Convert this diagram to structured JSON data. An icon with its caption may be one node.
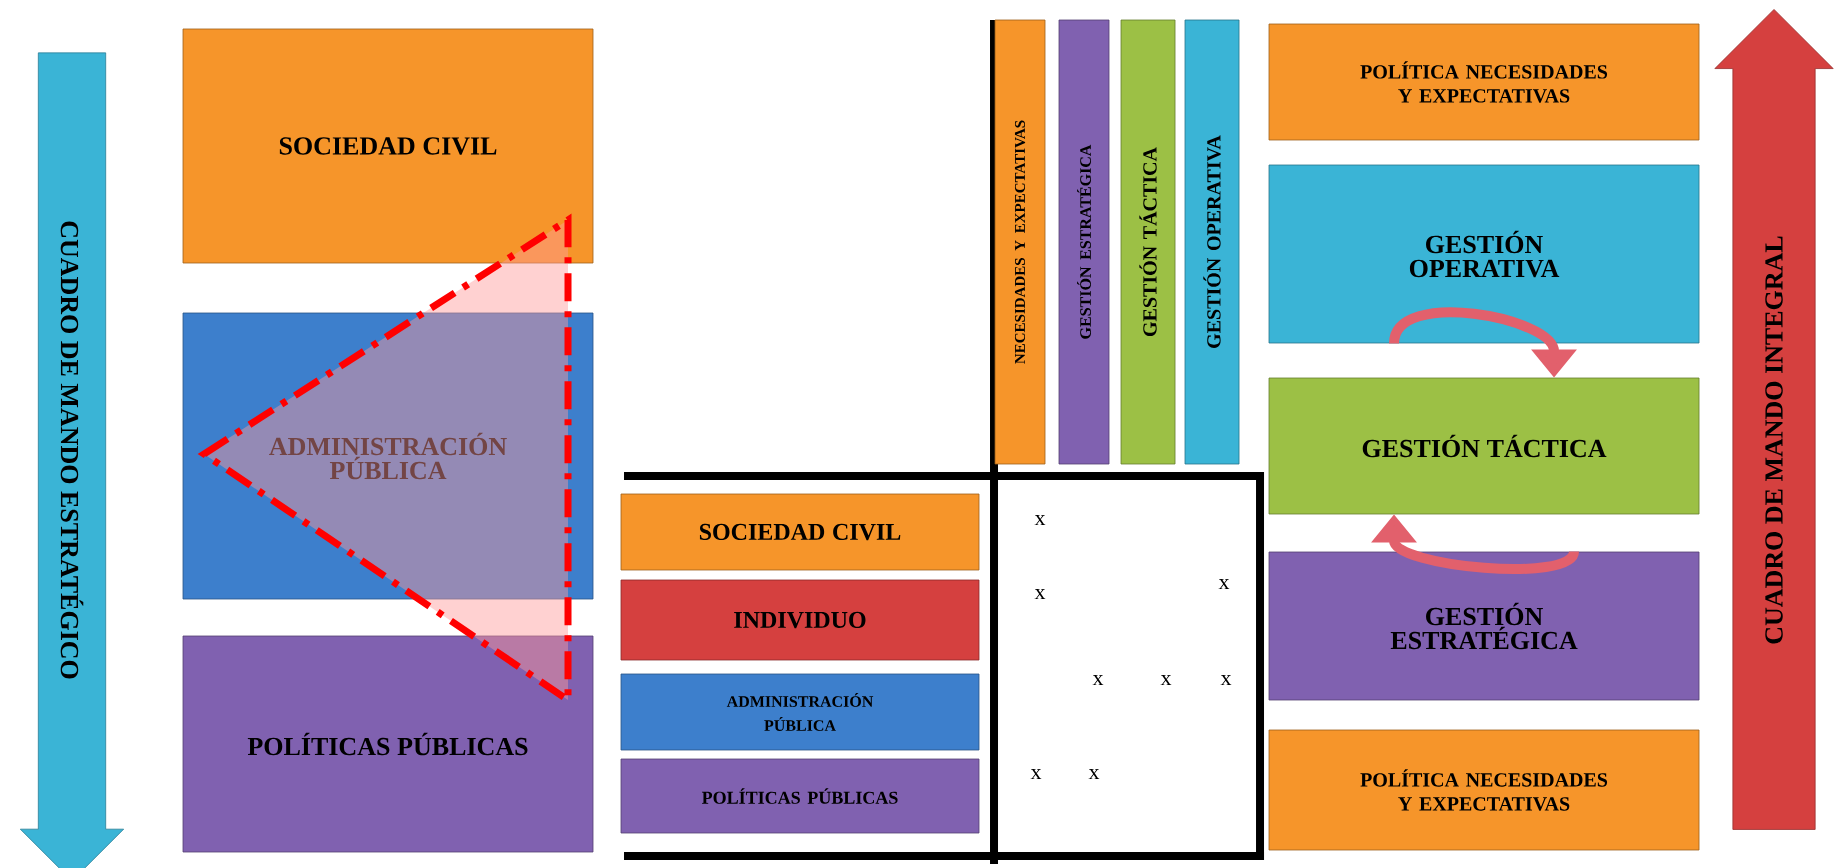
{
  "diagram": {
    "nodes": [
      {
        "text": [
          "CUADRO DE MANDO ESTRATÉGICO"
        ]
      },
      {
        "text": [
          "SOCIEDAD CIVIL"
        ]
      },
      {
        "text": [
          "ADMINISTRACIÓN PÚBLICA"
        ]
      },
      {
        "text": [
          "POLÍTICAS PÚBLICAS"
        ]
      },
      {
        "text": [
          "NECESIDADES Y EXPECTATIVAS"
        ]
      },
      {
        "text": [
          "GESTIÓN ESTRATÉGICA"
        ]
      },
      {
        "text": [
          "GESTIÓN TÁCTICA"
        ]
      },
      {
        "text": [
          "GESTIÓN OPERATIVA"
        ]
      },
      {
        "text": [
          "POLÍTICA NECESIDADES Y EXPECTATIVAS"
        ]
      },
      {
        "text": [
          "GESTIÓN OPERATIVA"
        ]
      },
      {
        "text": [
          "GESTIÓN TÁCTICA"
        ]
      },
      {
        "text": [
          "GESTIÓN ESTRATÉGICA"
        ]
      },
      {
        "text": [
          "POLÍTICA NECESIDADES Y EXPECTATIVAS"
        ]
      },
      {
        "text": [
          "CUADRO DE MANDO INTEGRAL"
        ]
      },
      {
        "text": [
          "SOCIEDAD CIVIL"
        ]
      },
      {
        "text": [
          "INDIVIDUO"
        ]
      },
      {
        "text": [
          "ADMINISTRACIÓN PÚBLICA"
        ]
      },
      {
        "text": [
          "POLÍTICAS PÚBLICAS"
        ]
      }
    ],
    "edges": [
      {
        "from": 9,
        "to": 10,
        "arrow": "to"
      },
      {
        "from": 11,
        "to": 10,
        "arrow": "to"
      }
    ],
    "labels": [
      "x",
      "x",
      "x",
      "x",
      "x",
      "x",
      "x",
      "x"
    ]
  }
}
